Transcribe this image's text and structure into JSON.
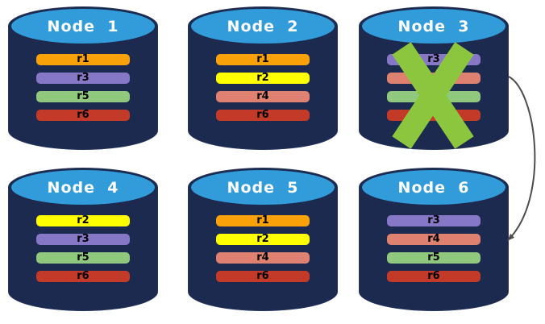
{
  "diagram": {
    "description": "Replica distribution across database nodes with failed node and re-replication arrow",
    "colors": {
      "background": "#FFFFFF",
      "cylinder_body": "#1B2A4E",
      "cylinder_outline": "#26365C",
      "cylinder_top": "#319CD9",
      "title_text": "#FFFFFF",
      "bar_text": "#000000",
      "failure_x": "#8CC63E",
      "arrow": "#4D4D4D",
      "replica_orange": "#F9A109",
      "replica_yellow": "#FFFF00",
      "replica_purple": "#8678C6",
      "replica_salmon": "#DE8170",
      "replica_green": "#90C87E",
      "replica_red": "#C33B28"
    },
    "nodes": [
      {
        "id": "node-1",
        "title": "Node  1",
        "failed": false,
        "bars": [
          {
            "label": "r1",
            "color": "#F9A109"
          },
          {
            "label": "r3",
            "color": "#8678C6"
          },
          {
            "label": "r5",
            "color": "#90C87E"
          },
          {
            "label": "r6",
            "color": "#C33B28"
          }
        ]
      },
      {
        "id": "node-2",
        "title": "Node  2",
        "failed": false,
        "bars": [
          {
            "label": "r1",
            "color": "#F9A109"
          },
          {
            "label": "r2",
            "color": "#FFFF00"
          },
          {
            "label": "r4",
            "color": "#DE8170"
          },
          {
            "label": "r6",
            "color": "#C33B28"
          }
        ]
      },
      {
        "id": "node-3",
        "title": "Node  3",
        "failed": true,
        "bars": [
          {
            "label": "r3",
            "color": "#8678C6"
          },
          {
            "label": "r4",
            "color": "#DE8170"
          },
          {
            "label": "r5",
            "color": "#90C87E"
          },
          {
            "label": "r6",
            "color": "#C33B28"
          }
        ]
      },
      {
        "id": "node-4",
        "title": "Node  4",
        "failed": false,
        "bars": [
          {
            "label": "r2",
            "color": "#FFFF00"
          },
          {
            "label": "r3",
            "color": "#8678C6"
          },
          {
            "label": "r5",
            "color": "#90C87E"
          },
          {
            "label": "r6",
            "color": "#C33B28"
          }
        ]
      },
      {
        "id": "node-5",
        "title": "Node  5",
        "failed": false,
        "bars": [
          {
            "label": "r1",
            "color": "#F9A109"
          },
          {
            "label": "r2",
            "color": "#FFFF00"
          },
          {
            "label": "r4",
            "color": "#DE8170"
          },
          {
            "label": "r6",
            "color": "#C33B28"
          }
        ]
      },
      {
        "id": "node-6",
        "title": "Node  6",
        "failed": false,
        "bars": [
          {
            "label": "r3",
            "color": "#8678C6"
          },
          {
            "label": "r4",
            "color": "#DE8170"
          },
          {
            "label": "r5",
            "color": "#90C87E"
          },
          {
            "label": "r6",
            "color": "#C33B28"
          }
        ]
      }
    ],
    "failure_marker": {
      "node": "Node  3",
      "shape": "x-cross"
    },
    "arrow": {
      "from": "Node  3",
      "to": "Node  6"
    }
  }
}
